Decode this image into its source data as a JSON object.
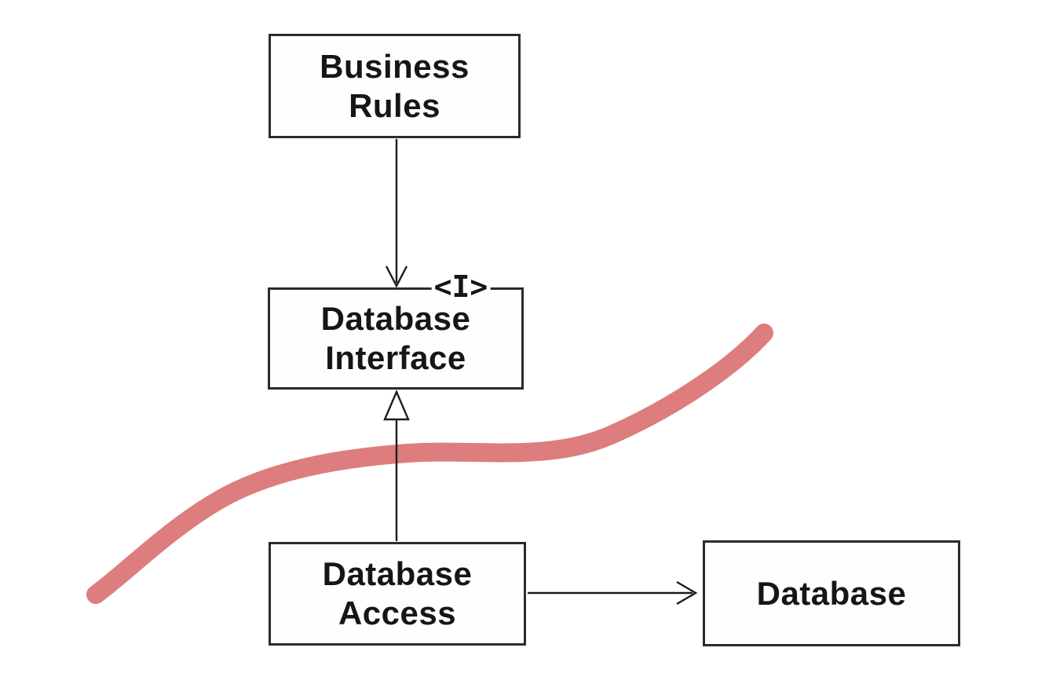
{
  "colors": {
    "background": "#ffffff",
    "box-fill": "#fefefe",
    "box-border": "#2b2b2b",
    "line": "#1c1c1c",
    "text": "#161616",
    "marker-red": "#dd7d7d"
  },
  "diagram": {
    "type": "uml-class-diagram",
    "nodes": [
      {
        "id": "business-rules",
        "label": [
          "Business",
          "Rules"
        ]
      },
      {
        "id": "database-interface",
        "label": [
          "Database",
          "Interface"
        ],
        "stereotype": "<I>"
      },
      {
        "id": "database-access",
        "label": [
          "Database",
          "Access"
        ]
      },
      {
        "id": "database",
        "label": [
          "Database"
        ]
      }
    ],
    "edges": [
      {
        "from": "business-rules",
        "to": "database-interface",
        "style": "open-arrow-down"
      },
      {
        "from": "database-access",
        "to": "database-interface",
        "style": "hollow-triangle-generalization-up"
      },
      {
        "from": "database-access",
        "to": "database",
        "style": "open-arrow-right"
      }
    ],
    "annotations": [
      {
        "id": "red-marker-stroke",
        "shape": "hand-drawn-s-curve",
        "color": "#dd7d7d"
      }
    ]
  }
}
